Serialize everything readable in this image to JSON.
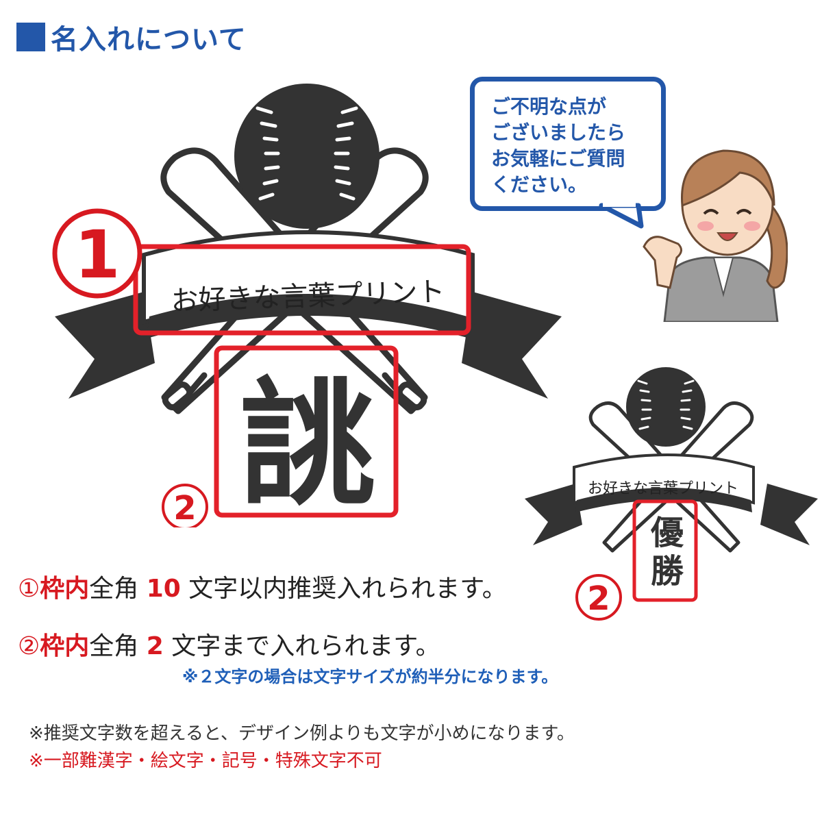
{
  "heading": {
    "title": "名入れについて"
  },
  "bubble": {
    "lines": [
      "ご不明な点が",
      "ございましたら",
      "お気軽にご質問",
      "ください。"
    ]
  },
  "large_emblem": {
    "banner_text": "お好きな言葉プリント",
    "kanji": "誂",
    "marker_1": "1",
    "marker_2": "2"
  },
  "small_emblem": {
    "banner_text": "お好きな言葉プリント",
    "kanji": [
      "優",
      "勝"
    ],
    "marker_2": "2"
  },
  "rules": {
    "rule1": {
      "num": "①",
      "frame": "枠内",
      "text_a": "全角 ",
      "count": "10",
      "text_b": " 文字以内推奨入れられます。"
    },
    "rule2": {
      "num": "②",
      "frame": "枠内",
      "text_a": "全角 ",
      "count": "2",
      "text_b": " 文字まで入れられます。"
    },
    "rule2_note": "※２文字の場合は文字サイズが約半分になります。"
  },
  "notes": {
    "note1": "※推奨文字数を超えると、デザイン例よりも文字が小めになります。",
    "note2": "※一部難漢字・絵文字・記号・特殊文字不可"
  },
  "colors": {
    "blue": "#2357a9",
    "red": "#d71920",
    "dark": "#333333"
  }
}
